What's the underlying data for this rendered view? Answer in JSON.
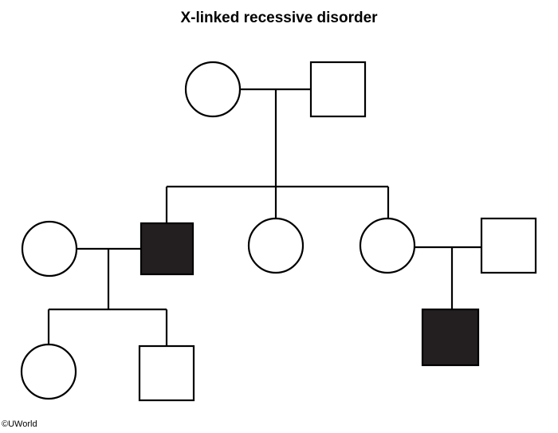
{
  "title": "X-linked recessive disorder",
  "copyright": "©UWorld",
  "colors": {
    "affected": "#231f20",
    "unaffected": "#ffffff",
    "stroke": "#000000"
  },
  "pedigree": {
    "generation_1": [
      {
        "id": "g1-mother",
        "sex": "female",
        "affected": false
      },
      {
        "id": "g1-father",
        "sex": "male",
        "affected": false
      }
    ],
    "generation_2": [
      {
        "id": "g2-spouse-left",
        "sex": "female",
        "affected": false,
        "married_in": true
      },
      {
        "id": "g2-son",
        "sex": "male",
        "affected": true
      },
      {
        "id": "g2-daughter-middle",
        "sex": "female",
        "affected": false
      },
      {
        "id": "g2-daughter-right",
        "sex": "female",
        "affected": false
      },
      {
        "id": "g2-spouse-right",
        "sex": "male",
        "affected": false,
        "married_in": true
      }
    ],
    "generation_3": [
      {
        "id": "g3-left-daughter",
        "sex": "female",
        "affected": false
      },
      {
        "id": "g3-left-son",
        "sex": "male",
        "affected": false
      },
      {
        "id": "g3-right-son",
        "sex": "male",
        "affected": true
      }
    ]
  }
}
